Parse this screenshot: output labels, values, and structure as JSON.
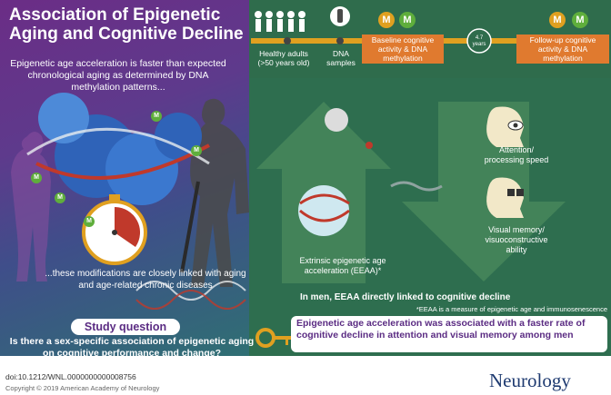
{
  "title": "Association of Epigenetic Aging and Cognitive Decline",
  "intro": "Epigenetic age acceleration is faster than expected chronological  aging as determined by DNA methylation patterns...",
  "modifications": "...these modifications are closely linked with aging and age-related chronic diseases",
  "study_question": {
    "label": "Study question",
    "text": "Is there a sex-specific association of epigenetic aging on cognitive performance and change?"
  },
  "timeline": {
    "healthy_adults": "Healthy adults (>50 years old)",
    "dna_samples": "DNA samples",
    "baseline": "Baseline cognitive activity & DNA methylation",
    "interval": "4.7 years",
    "followup": "Follow-up cognitive activity & DNA methylation",
    "badge_letter": "M"
  },
  "eeaa_caption": "Extrinsic epigenetic age acceleration (EEAA)*",
  "outcomes": {
    "attention": "Attention/ processing speed",
    "visual": "Visual memory/ visuoconstructive ability"
  },
  "methylation_marker": "M",
  "men_result": "In men, EEAA directly linked to cognitive decline",
  "eeaa_note": "*EEAA is a measure of epigenetic age and immunosenescence",
  "conclusion": "Epigenetic age acceleration was associated with a faster rate of cognitive decline in attention and visual memory among men",
  "doi": "doi:10.1212/WNL.0000000000008756",
  "copyright": "Copyright © 2019 American Academy of Neurology",
  "brand": "Neurology",
  "colors": {
    "purple": "#6b2d86",
    "green": "#2e6e4f",
    "orange": "#e07a2f",
    "gold": "#e0a020",
    "marker_green": "#5fae3c",
    "clock_red": "#c0392b"
  }
}
